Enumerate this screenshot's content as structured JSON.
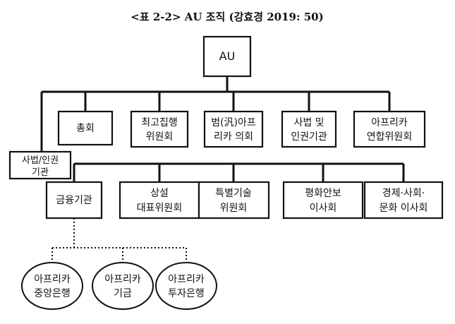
{
  "title": "<표 2-2> AU 조직 (강효경 2019: 50)",
  "root": {
    "label": "AU"
  },
  "organs": [
    {
      "lines": [
        "총회"
      ]
    },
    {
      "lines": [
        "최고집행",
        "위원회"
      ]
    },
    {
      "lines": [
        "범(汎)아프",
        "리카 의회"
      ]
    },
    {
      "lines": [
        "사법 및",
        "인권기관"
      ]
    },
    {
      "lines": [
        "아프리카",
        "연합위원회"
      ]
    }
  ],
  "left_box": {
    "lines": [
      "사법/인권",
      "기관"
    ]
  },
  "sub_organs": [
    {
      "lines": [
        "금융기관"
      ]
    },
    {
      "lines": [
        "상설",
        "대표위원회"
      ]
    },
    {
      "lines": [
        "특별기술",
        "위원회"
      ]
    },
    {
      "lines": [
        "평화안보",
        "이사회"
      ]
    },
    {
      "lines": [
        "경제·사회·",
        "문화 이사회"
      ]
    }
  ],
  "financial_institutions": [
    {
      "lines": [
        "아프리카",
        "중앙은행"
      ]
    },
    {
      "lines": [
        "아프리카",
        "기금"
      ]
    },
    {
      "lines": [
        "아프리카",
        "투자은행"
      ]
    }
  ],
  "colors": {
    "line": "#111111",
    "background": "#ffffff"
  }
}
